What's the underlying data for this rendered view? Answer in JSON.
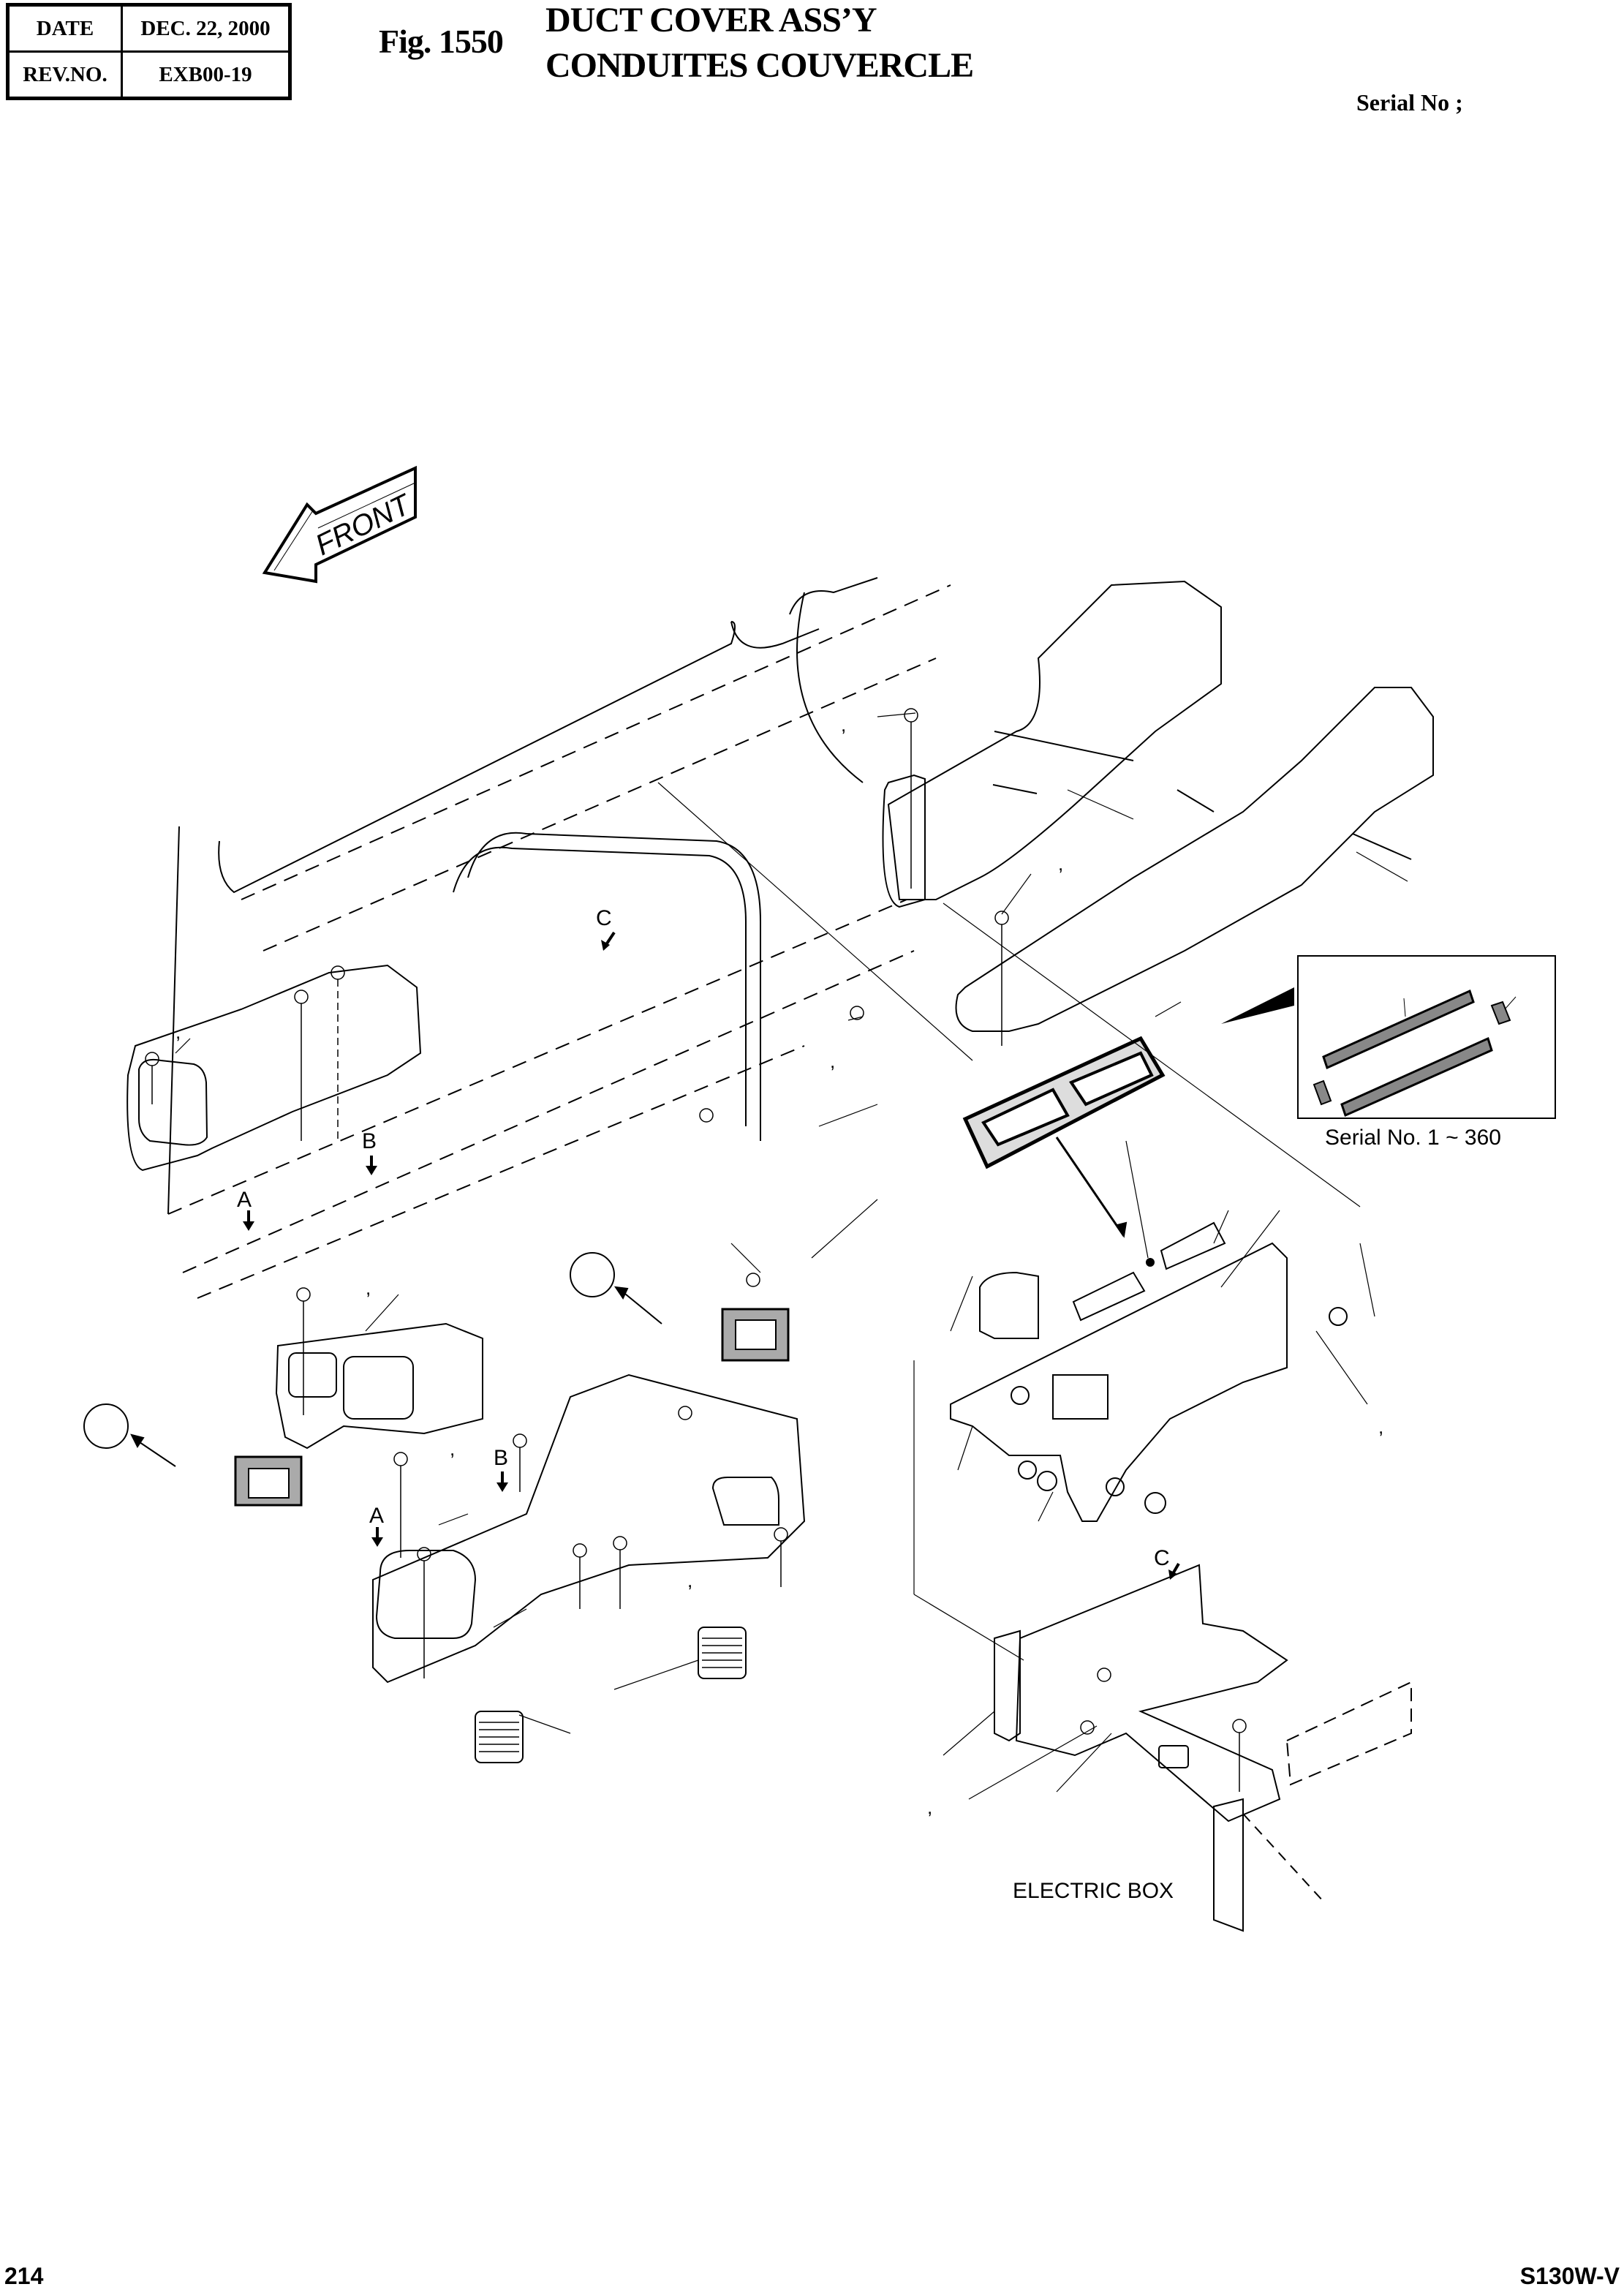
{
  "header": {
    "date_label": "DATE",
    "date_value": "DEC. 22, 2000",
    "rev_label": "REV.NO.",
    "rev_value": "EXB00-19",
    "figure_number": "Fig. 1550",
    "title_en": "DUCT COVER ASS’Y",
    "title_fr": "CONDUITES COUVERCLE",
    "serial_label": "Serial No ;"
  },
  "diagram": {
    "direction_label": "FRONT",
    "callouts": [
      "A",
      "B",
      "C"
    ],
    "inset_caption": "Serial No. 1 ~ 360",
    "electric_box_label": "ELECTRIC BOX",
    "comma_mark": ","
  },
  "footer": {
    "page_number": "214",
    "model": "S130W-V"
  }
}
